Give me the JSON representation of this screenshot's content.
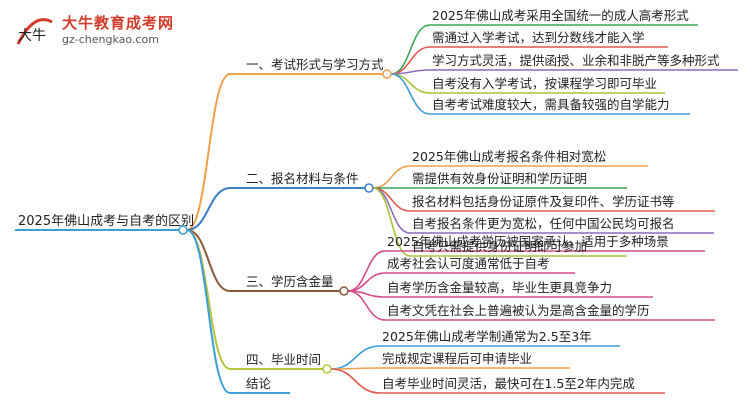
{
  "logo": {
    "title": "大牛教育成考网",
    "url": "gz-chengkao.com",
    "mark_text": "大牛"
  },
  "root": "2025年佛山成考与自考的区别",
  "branches": [
    {
      "label": "一、考试形式与学习方式",
      "color": "#f0a04b",
      "leaves": [
        {
          "text": "2025年佛山成考采用全国统一的成人高考形式",
          "color": "#3aa655"
        },
        {
          "text": "需通过入学考试，达到分数线才能入学",
          "color": "#e05a4f"
        },
        {
          "text": "学习方式灵活，提供函授、业余和非脱产等多种形式",
          "color": "#8a6cc0"
        },
        {
          "text": "自考没有入学考试，按课程学习即可毕业",
          "color": "#a8c43a"
        },
        {
          "text": "自考考试难度较大，需具备较强的自学能力",
          "color": "#3a9ed8"
        }
      ]
    },
    {
      "label": "二、报名材料与条件",
      "color": "#3a7fc8",
      "leaves": [
        {
          "text": "2025年佛山成考报名条件相对宽松",
          "color": "#f0a04b"
        },
        {
          "text": "需提供有效身份证明和学历证明",
          "color": "#3aa655"
        },
        {
          "text": "报名材料包括身份证原件及复印件、学历证书等",
          "color": "#e05a4f"
        },
        {
          "text": "自考报名条件更为宽松，任何中国公民均可报名",
          "color": "#8a6cc0"
        },
        {
          "text": "自考只需提供身份证明即可参加",
          "color": "#a8c43a"
        }
      ]
    },
    {
      "label": "三、学历含金量",
      "color": "#8a5a3a",
      "leaves": [
        {
          "text": "2025年佛山成考学历被国家承认，适用于多种场景",
          "color": "#d44c8c"
        },
        {
          "text": "成考社会认可度通常低于自考",
          "color": "#d44c8c"
        },
        {
          "text": "自考学历含金量较高，毕业生更具竞争力",
          "color": "#d44c8c"
        },
        {
          "text": "自考文凭在社会上普遍被认为是高含金量的学历",
          "color": "#d44c8c"
        }
      ]
    },
    {
      "label": "四、毕业时间",
      "color": "#b7c43a",
      "leaves": [
        {
          "text": "2025年佛山成考学制通常为2.5至3年",
          "color": "#3a9ed8"
        },
        {
          "text": "完成规定课程后可申请毕业",
          "color": "#f0a04b"
        },
        {
          "text": "自考毕业时间灵活，最快可在1.5至2年内完成",
          "color": "#e05a4f"
        }
      ]
    },
    {
      "label": "结论",
      "color": "#3a9ed8",
      "leaves": []
    }
  ]
}
